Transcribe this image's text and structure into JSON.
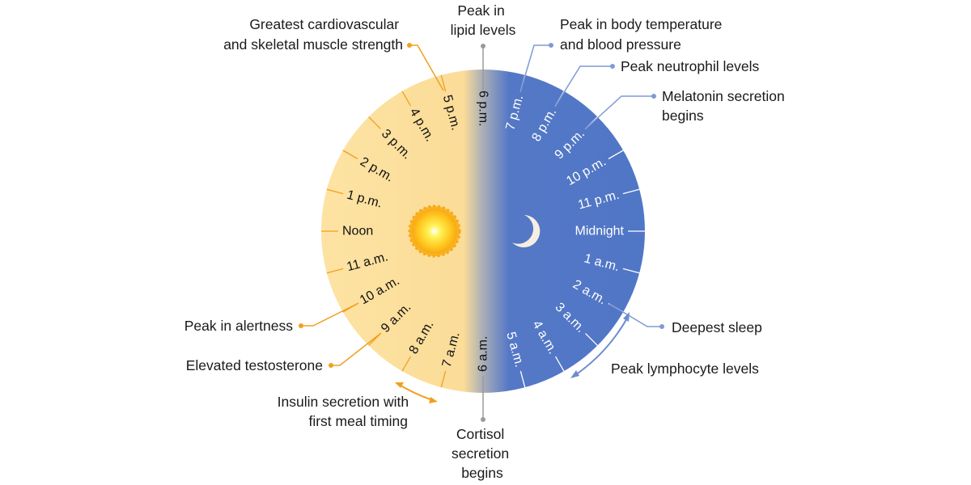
{
  "hours": [
    {
      "h": 0,
      "label": "Midnight"
    },
    {
      "h": 1,
      "label": "1 a.m."
    },
    {
      "h": 2,
      "label": "2 a.m."
    },
    {
      "h": 3,
      "label": "3 a.m."
    },
    {
      "h": 4,
      "label": "4 a.m."
    },
    {
      "h": 5,
      "label": "5 a.m."
    },
    {
      "h": 6,
      "label": "6 a.m."
    },
    {
      "h": 7,
      "label": "7 a.m."
    },
    {
      "h": 8,
      "label": "8 a.m."
    },
    {
      "h": 9,
      "label": "9 a.m."
    },
    {
      "h": 10,
      "label": "10 a.m."
    },
    {
      "h": 11,
      "label": "11 a.m."
    },
    {
      "h": 12,
      "label": "Noon"
    },
    {
      "h": 13,
      "label": "1 p.m."
    },
    {
      "h": 14,
      "label": "2 p.m."
    },
    {
      "h": 15,
      "label": "3 p.m."
    },
    {
      "h": 16,
      "label": "4 p.m."
    },
    {
      "h": 17,
      "label": "5 p.m."
    },
    {
      "h": 18,
      "label": "6 p.m."
    },
    {
      "h": 19,
      "label": "7 p.m."
    },
    {
      "h": 20,
      "label": "8 p.m."
    },
    {
      "h": 21,
      "label": "9 p.m."
    },
    {
      "h": 22,
      "label": "10 p.m."
    },
    {
      "h": 23,
      "label": "11 p.m."
    }
  ],
  "colors": {
    "day": "#fde3a3",
    "night": "#5478c6",
    "day_leader": "#f0a020",
    "night_leader": "#7f9ad4",
    "neutral_leader": "#9a9a9a",
    "day_text": "#111111",
    "night_text": "#ffffff"
  },
  "icons": {
    "day": "sun-icon",
    "night": "moon-icon"
  },
  "annotations": {
    "cardio": [
      "Greatest cardiovascular",
      "and skeletal muscle strength"
    ],
    "lipid": [
      "Peak in",
      "lipid levels"
    ],
    "temp": [
      "Peak in body temperature",
      "and blood pressure"
    ],
    "neutrophil": [
      "Peak neutrophil levels"
    ],
    "melatonin": [
      "Melatonin secretion",
      "begins"
    ],
    "alertness": [
      "Peak in alertness"
    ],
    "testosterone": [
      "Elevated testosterone"
    ],
    "insulin": [
      "Insulin secretion with",
      "first meal timing"
    ],
    "cortisol": [
      "Cortisol",
      "secretion",
      "begins"
    ],
    "sleep": [
      "Deepest sleep"
    ],
    "lymphocyte": [
      "Peak lymphocyte levels"
    ]
  }
}
